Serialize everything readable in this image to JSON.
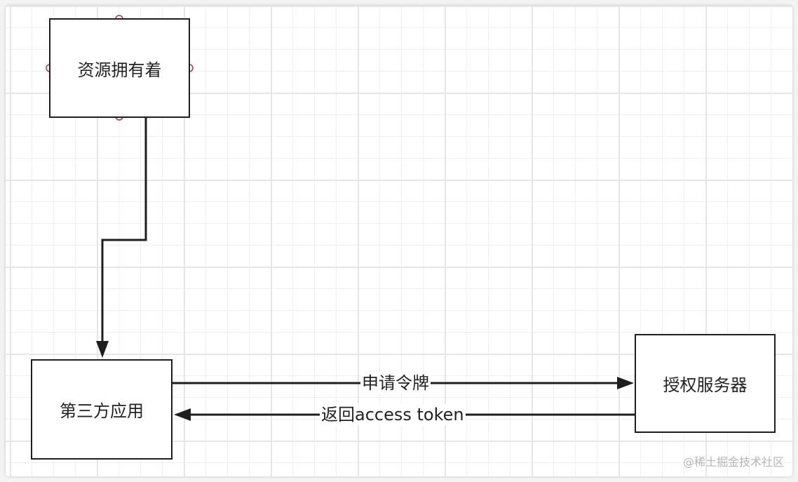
{
  "nodes": {
    "resource_owner": "资源拥有着",
    "third_party_app": "第三方应用",
    "auth_server": "授权服务器"
  },
  "edges": {
    "request_token": "申请令牌",
    "return_token": "返回access token"
  },
  "watermark": "@稀土掘金技术社区"
}
